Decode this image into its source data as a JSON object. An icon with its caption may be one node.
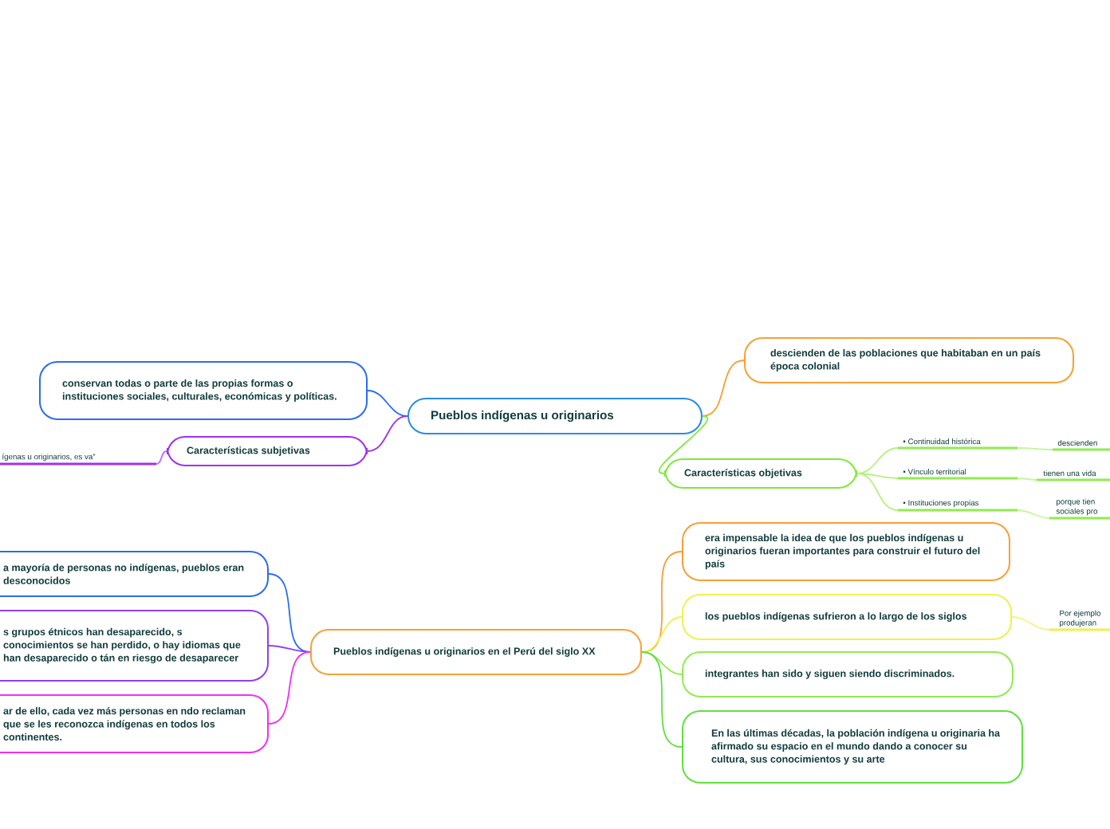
{
  "diagram": {
    "nodes": [
      {
        "text": [
          "Pueblos indígenas u originarios"
        ]
      },
      {
        "text": [
          "descienden de las poblaciones que habitaban en un país  época colonial"
        ]
      },
      {
        "text": [
          "conservan todas o parte de las propias formas o instituciones sociales, culturales, económicas y políticas."
        ]
      },
      {
        "text": [
          "Características subjetivas"
        ]
      },
      {
        "text": [
          "Características objetivas"
        ]
      },
      {
        "text": [
          "ígenas u originarios, es va”"
        ]
      },
      {
        "text": [
          "• Continuidad histórica"
        ]
      },
      {
        "text": [
          "• Vínculo territorial"
        ]
      },
      {
        "text": [
          "• Instituciones propias"
        ]
      },
      {
        "text": [
          "descienden"
        ]
      },
      {
        "text": [
          "tienen una vida"
        ]
      },
      {
        "text": [
          "porque tien sociales pro"
        ]
      },
      {
        "text": [
          "Pueblos indígenas u originarios en el Perú del siglo XX"
        ]
      },
      {
        "text": [
          "a mayoría de personas no indígenas, pueblos eran desconocidos"
        ]
      },
      {
        "text": [
          "s grupos étnicos han desaparecido, s conocimientos se han perdido, o hay idiomas que han desaparecido o tán en riesgo de desaparecer"
        ]
      },
      {
        "text": [
          "ar de ello, cada vez más personas en ndo reclaman que se les reconozca indígenas en todos los continentes."
        ]
      },
      {
        "text": [
          "era impensable la idea de que los pueblos indígenas u originarios fueran importantes para construir el futuro del país"
        ]
      },
      {
        "text": [
          "los pueblos indígenas sufrieron a lo largo de los siglos"
        ]
      },
      {
        "text": [
          "Por ejemplo produjeran"
        ]
      },
      {
        "text": [
          "integrantes han sido y siguen siendo discriminados."
        ]
      },
      {
        "text": [
          "En las últimas décadas, la población indígena u originaria ha afirmado su espacio en el mundo dando a conocer su cultura, sus conocimientos y su arte"
        ]
      }
    ],
    "edges": [
      {
        "from": 0,
        "to": 1,
        "arrow": "none",
        "color": "#f7a035"
      },
      {
        "from": 0,
        "to": 2,
        "arrow": "none",
        "color": "#2b6cf2"
      },
      {
        "from": 0,
        "to": 3,
        "arrow": "none",
        "color": "#a030f0"
      },
      {
        "from": 0,
        "to": 4,
        "arrow": "none",
        "color": "#80e83c"
      },
      {
        "from": 3,
        "to": 5,
        "arrow": "none",
        "color": "#c070f8"
      },
      {
        "from": 4,
        "to": 6,
        "arrow": "none",
        "color": "#b8f080"
      },
      {
        "from": 4,
        "to": 7,
        "arrow": "none",
        "color": "#b8f080"
      },
      {
        "from": 4,
        "to": 8,
        "arrow": "none",
        "color": "#b8f080"
      },
      {
        "from": 6,
        "to": 9,
        "arrow": "none",
        "color": "#c8f4a0"
      },
      {
        "from": 7,
        "to": 10,
        "arrow": "none",
        "color": "#c8f4a0"
      },
      {
        "from": 8,
        "to": 11,
        "arrow": "none",
        "color": "#c8f4a0"
      },
      {
        "from": 12,
        "to": 13,
        "arrow": "none",
        "color": "#2b6cf2"
      },
      {
        "from": 12,
        "to": 14,
        "arrow": "none",
        "color": "#9040f0"
      },
      {
        "from": 12,
        "to": 15,
        "arrow": "none",
        "color": "#f030f0"
      },
      {
        "from": 12,
        "to": 16,
        "arrow": "none",
        "color": "#f7a035"
      },
      {
        "from": 12,
        "to": 17,
        "arrow": "none",
        "color": "#f0f050"
      },
      {
        "from": 17,
        "to": 18,
        "arrow": "none",
        "color": "#f4f480"
      },
      {
        "from": 12,
        "to": 19,
        "arrow": "none",
        "color": "#90ec50"
      },
      {
        "from": 12,
        "to": 20,
        "arrow": "none",
        "color": "#60e040"
      }
    ]
  }
}
